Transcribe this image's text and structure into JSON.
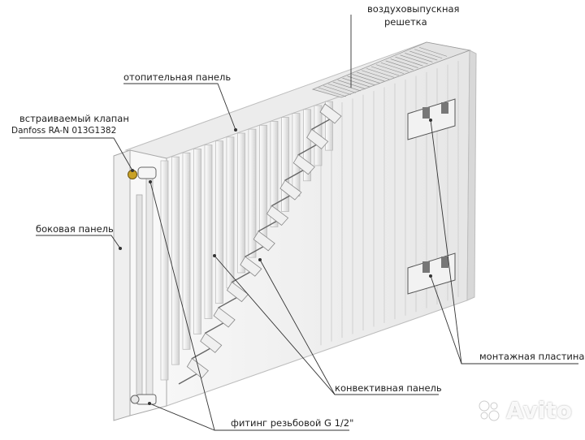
{
  "labels": {
    "air_grille_line1": "воздуховыпускная",
    "air_grille_line2": "решетка",
    "heating_panel": "отопительная панель",
    "valve_line1": "встраиваемый клапан",
    "valve_line2": "Danfoss RA-N 013G1382",
    "side_panel": "боковая панель",
    "mounting_plate": "монтажная пластина",
    "convective_panel": "конвективная панель",
    "fitting": "фитинг резьбовой G 1/2\""
  },
  "watermark": {
    "text": "Avito"
  },
  "colors": {
    "line": "#333333",
    "panel": "#f4f4f4",
    "panel_shade": "#dcdcdc",
    "valve_brass": "#c9a227"
  }
}
